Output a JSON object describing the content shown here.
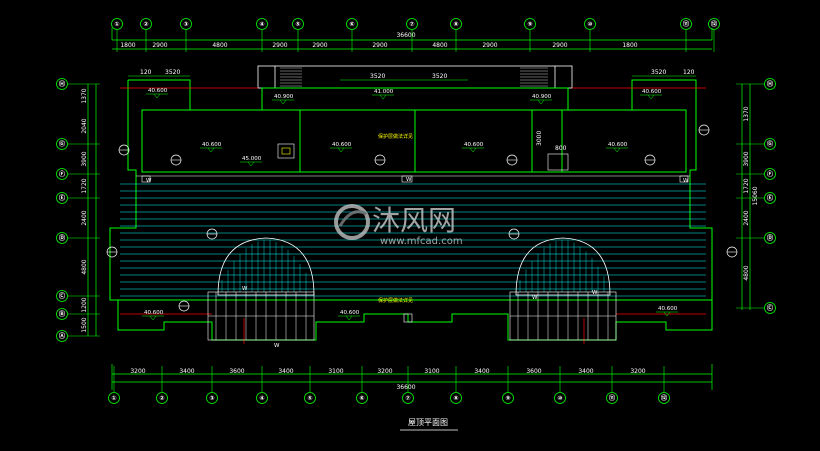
{
  "title": "屋顶平面图",
  "watermark": {
    "brand": "沐风网",
    "url": "www.mfcad.com"
  },
  "dimensions": {
    "top_segments": [
      "1800",
      "2900",
      "4800",
      "2900",
      "2900",
      "2900",
      "4800",
      "2900",
      "2900",
      "1800"
    ],
    "top_total": "36600",
    "top_sub_left": [
      "120",
      "3520"
    ],
    "top_sub_center": [
      "3520",
      "3520"
    ],
    "top_sub_right": [
      "3520",
      "120"
    ],
    "bottom_segments": [
      "3200",
      "3400",
      "3600",
      "3400",
      "3100",
      "3200",
      "3100",
      "3400",
      "3600",
      "3400",
      "3200"
    ],
    "bottom_total": "36600",
    "left_segments": [
      "1370",
      "2040",
      "3900",
      "1720",
      "2400",
      "4800",
      "1200",
      "1500"
    ],
    "right_segments": [
      "1370",
      "3900",
      "1720",
      "2400",
      "4800"
    ],
    "right_total": "15060",
    "center_vertical": [
      "3000",
      "800"
    ]
  },
  "levels": [
    "40.600",
    "40.900",
    "41.000",
    "40.900",
    "40.600",
    "40.600",
    "45.000",
    "40.600",
    "40.600",
    "40.600",
    "40.600",
    "40.600",
    "40.600"
  ],
  "notes": [
    "保护层做法详见",
    "保护层做法详见"
  ],
  "labels": [
    "W",
    "W",
    "W",
    "W",
    "W",
    "W",
    "W"
  ],
  "axis_marks": {
    "top": [
      "①",
      "②",
      "③",
      "④",
      "⑤",
      "⑥",
      "⑦",
      "⑧",
      "⑨",
      "⑩",
      "⑪",
      "⑫"
    ],
    "bottom": [
      "①",
      "②",
      "③",
      "④",
      "⑤",
      "⑥",
      "⑦",
      "⑧",
      "⑨",
      "⑩",
      "⑪",
      "⑫"
    ],
    "left": [
      "Ⓗ",
      "Ⓖ",
      "Ⓕ",
      "Ⓔ",
      "Ⓓ",
      "Ⓒ",
      "Ⓑ",
      "Ⓐ"
    ],
    "right": [
      "Ⓗ",
      "Ⓖ",
      "Ⓕ",
      "Ⓔ",
      "Ⓓ",
      "Ⓒ"
    ]
  },
  "colors": {
    "background": "#000000",
    "wall": "#00ff00",
    "dimension": "#00ff00",
    "hatch": "#00ffff",
    "accent": "#ff0000",
    "text": "#ffffff"
  }
}
